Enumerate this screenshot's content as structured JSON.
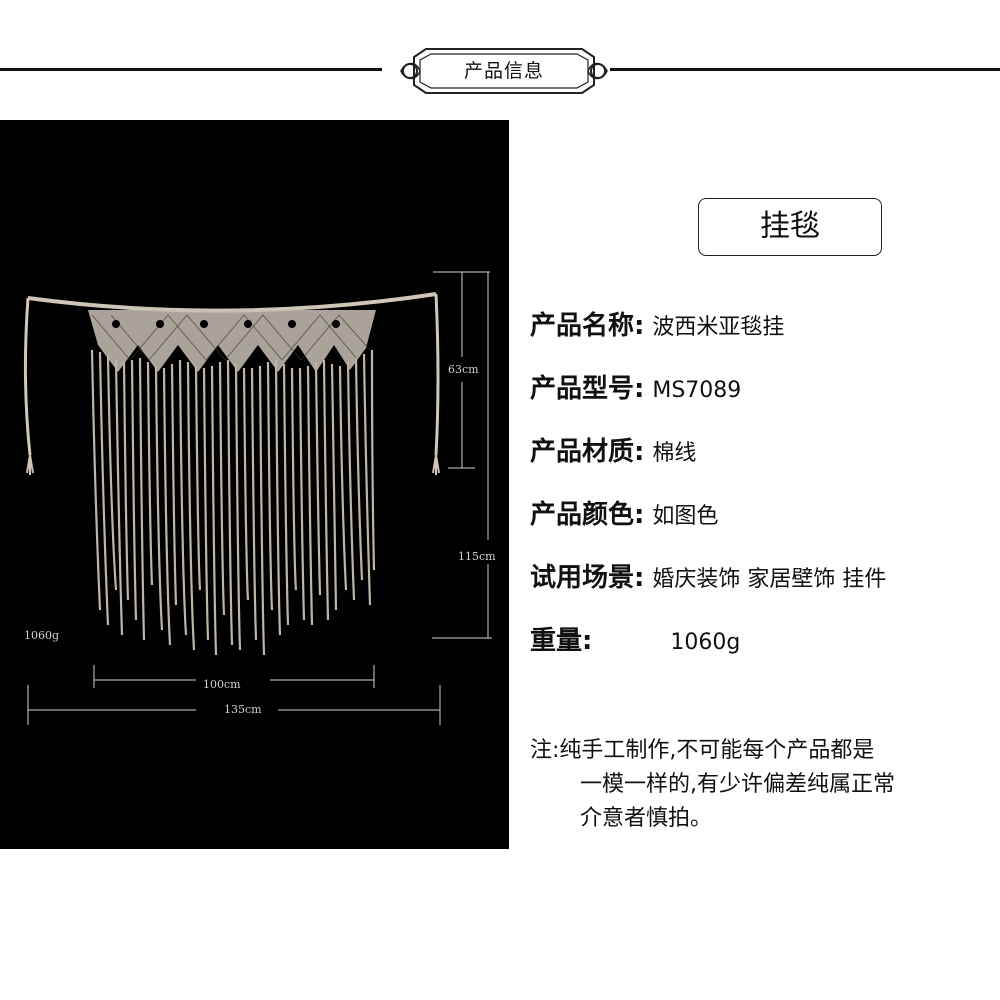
{
  "header": {
    "badge_label": "产品信息"
  },
  "photo": {
    "dim_height_short": "63cm",
    "dim_height_long": "115cm",
    "dim_width_inner": "100cm",
    "dim_width_outer": "135cm",
    "weight_label": "1060g"
  },
  "product": {
    "title": "挂毯",
    "rows": [
      {
        "key": "产品名称:",
        "value": "波西米亚毯挂"
      },
      {
        "key": "产品型号:",
        "value": "MS7089"
      },
      {
        "key": "产品材质:",
        "value": "棉线"
      },
      {
        "key": "产品颜色:",
        "value": "如图色"
      },
      {
        "key": "试用场景:",
        "value": "婚庆装饰 家居壁饰 挂件"
      },
      {
        "key": "重量:",
        "value": "1060g"
      }
    ]
  },
  "note": {
    "line1": "注:纯手工制作,不可能每个产品都是",
    "line2": "一模一样的,有少许偏差纯属正常",
    "line3": "介意者慎拍。"
  }
}
